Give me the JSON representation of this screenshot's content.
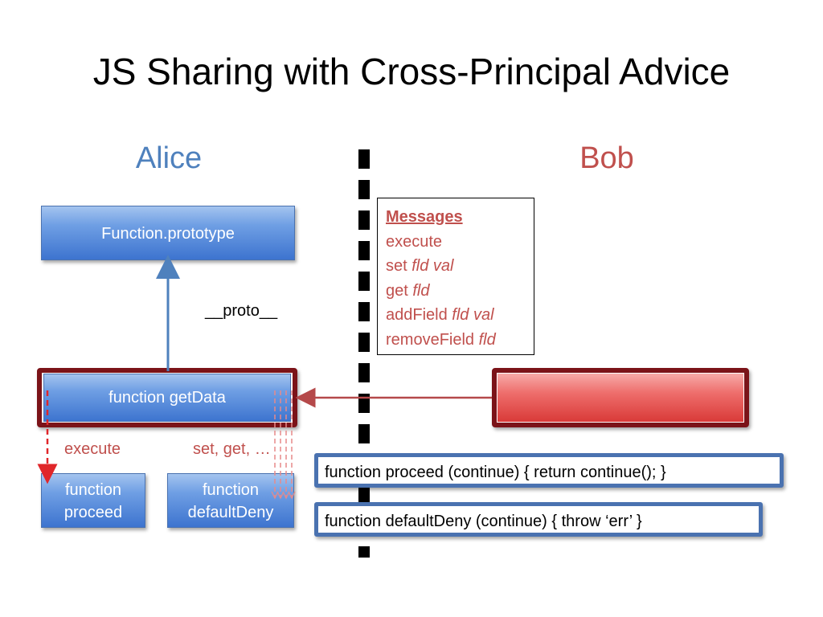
{
  "title": "JS Sharing with Cross-Principal Advice",
  "principals": {
    "alice": "Alice",
    "bob": "Bob"
  },
  "boxes": {
    "function_prototype": "Function.prototype",
    "get_data": "function getData",
    "proceed": [
      "function",
      "proceed"
    ],
    "default_deny": [
      "function",
      "defaultDeny"
    ]
  },
  "labels": {
    "proto": "__proto__",
    "execute": "execute",
    "set_get": "set, get, …"
  },
  "messages": {
    "heading": "Messages",
    "items": [
      {
        "cmd": "execute",
        "args": ""
      },
      {
        "cmd": "set",
        "args": "fld val"
      },
      {
        "cmd": "get",
        "args": "fld"
      },
      {
        "cmd": "addField",
        "args": "fld val"
      },
      {
        "cmd": "removeField",
        "args": "fld"
      }
    ]
  },
  "code": {
    "proceed": "function proceed (continue) { return continue(); }",
    "default_deny": "function defaultDeny (continue) { throw ‘err’ }"
  },
  "colors": {
    "alice": "#4f81bd",
    "bob": "#c0504d",
    "box_border": "#4a72b0",
    "dark_red": "#7b1318"
  }
}
